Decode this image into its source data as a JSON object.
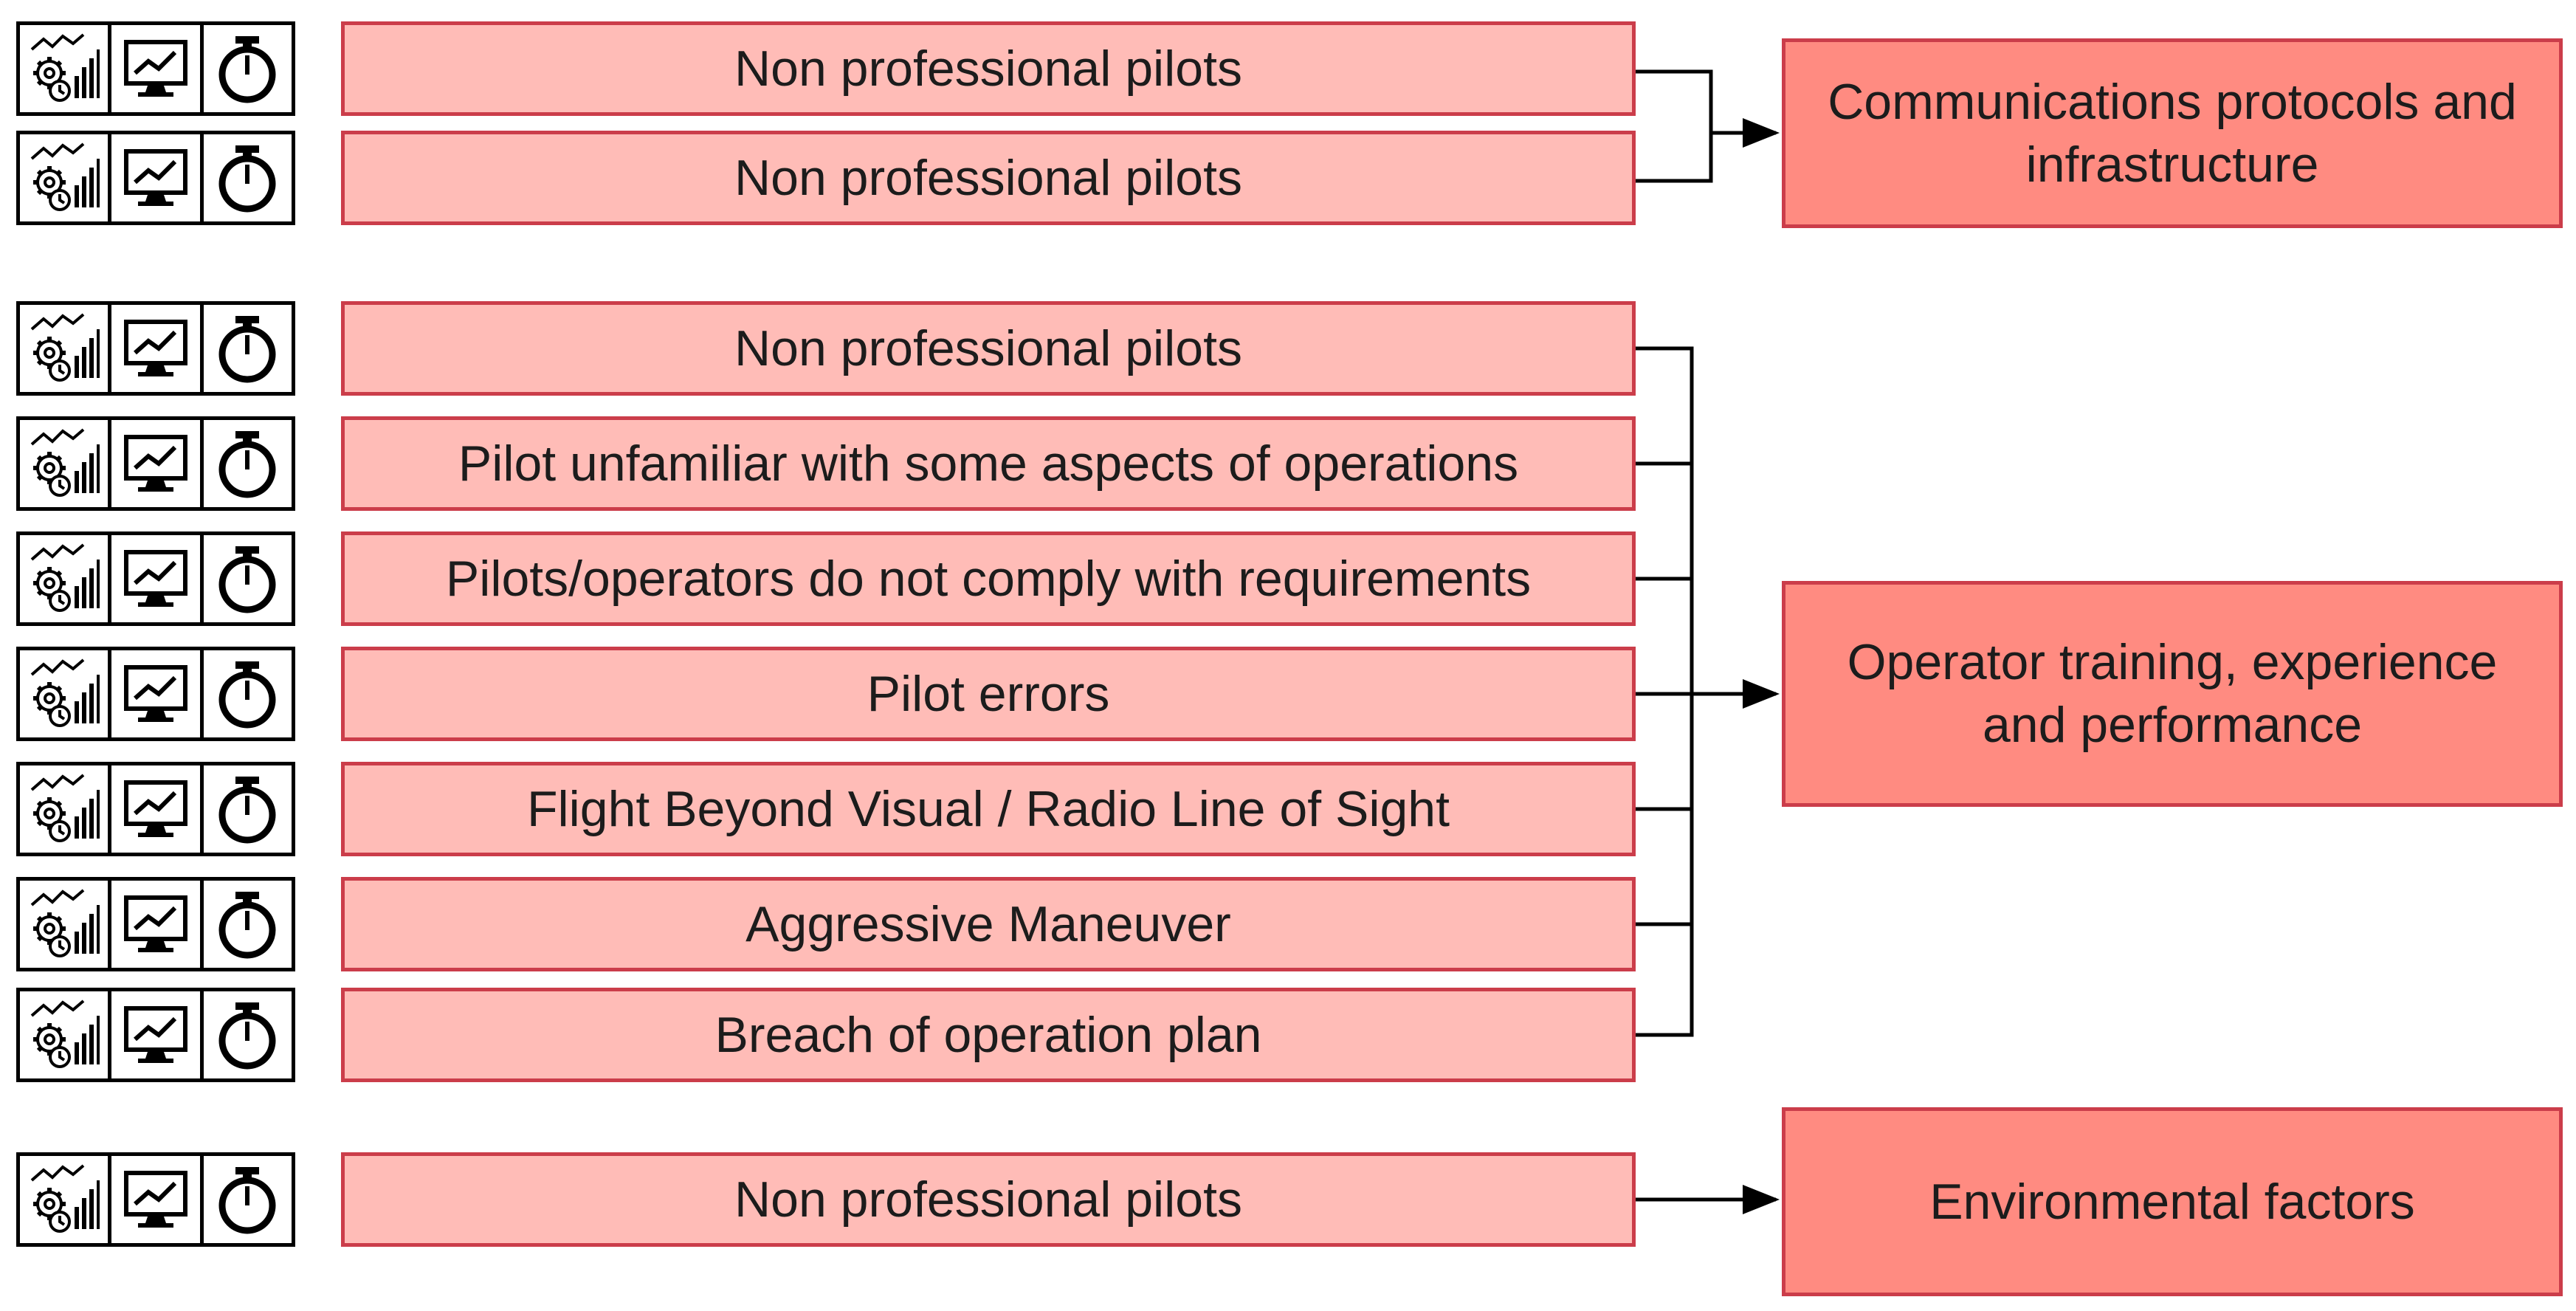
{
  "groups": [
    {
      "causes": [
        "Non professional pilots",
        "Non professional pilots"
      ],
      "effect": "Communications protocols and infrastructure"
    },
    {
      "causes": [
        "Non professional pilots",
        "Pilot unfamiliar with some aspects of operations",
        "Pilots/operators do not comply with requirements",
        "Pilot errors",
        "Flight Beyond Visual / Radio Line of Sight",
        "Aggressive Maneuver",
        "Breach of operation plan"
      ],
      "effect": "Operator training, experience and performance"
    },
    {
      "causes": [
        "Non professional pilots"
      ],
      "effect": "Environmental factors"
    }
  ],
  "icons": [
    "gears-chart-clock-icon",
    "monitor-chart-icon",
    "stopwatch-icon"
  ],
  "colors": {
    "cause_fill": "#ffbcb7",
    "effect_fill": "#ff8b81",
    "border": "#cb3d4a",
    "connector": "#000000"
  }
}
